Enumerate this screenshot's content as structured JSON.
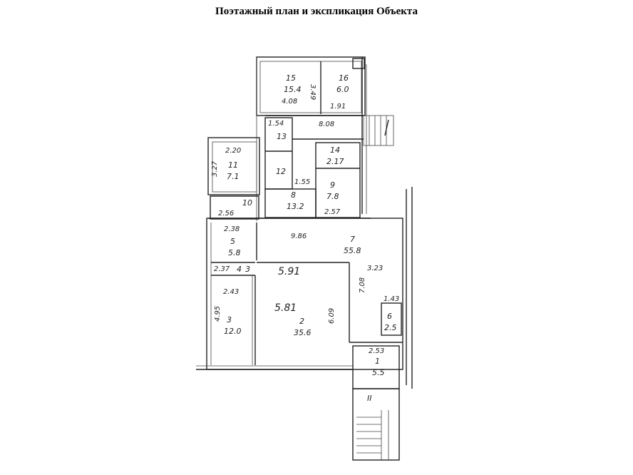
{
  "title": "Поэтажный план и экспликация Объекта",
  "rooms": [
    {
      "number": "15",
      "area": "15.4"
    },
    {
      "number": "16",
      "area": "6.0"
    },
    {
      "number": "13",
      "area": ""
    },
    {
      "number": "12",
      "area": ""
    },
    {
      "number": "14",
      "area": "2.17"
    },
    {
      "number": "11",
      "area": "7.1"
    },
    {
      "number": "9",
      "area": "7.8"
    },
    {
      "number": "10",
      "area": ""
    },
    {
      "number": "8",
      "area": "13.2"
    },
    {
      "number": "7",
      "area": "55.8"
    },
    {
      "number": "5",
      "area": "5.8"
    },
    {
      "number": "4",
      "area": "3"
    },
    {
      "number": "3",
      "area": "12.0"
    },
    {
      "number": "2",
      "area": "35.6"
    },
    {
      "number": "6",
      "area": "2.5"
    },
    {
      "number": "1",
      "area": "5.5"
    },
    {
      "number": "II",
      "area": ""
    }
  ],
  "dimensions": [
    "4.08",
    "1.91",
    "8.08",
    "1.54",
    "2.20",
    "1.55",
    "2.57",
    "2.56",
    "9.86",
    "2.38",
    "5.91",
    "3.23",
    "2.37",
    "2.43",
    "5.81",
    "6.09",
    "7.08",
    "1.43",
    "2.53",
    "4.95",
    "3.27",
    "3.49"
  ]
}
